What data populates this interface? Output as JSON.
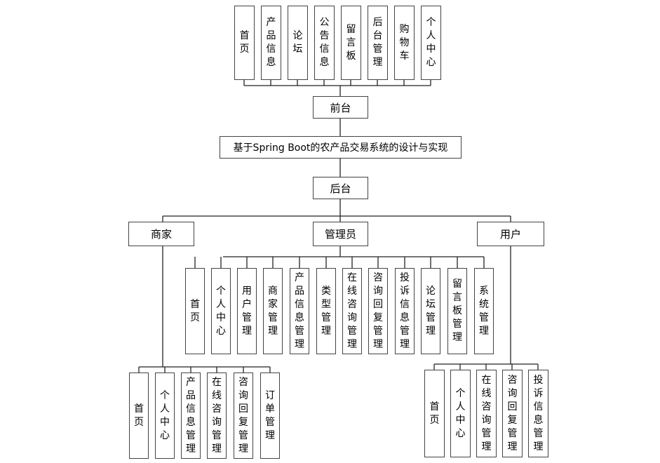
{
  "system_title": "基于Spring Boot的农产品交易系统的设计与实现",
  "frontend": {
    "label": "前台",
    "items": [
      "首页",
      "产品信息",
      "论坛",
      "公告信息",
      "留言板",
      "后台管理",
      "购物车",
      "个人中心"
    ]
  },
  "backend": {
    "label": "后台",
    "roles": {
      "merchant": {
        "label": "商家",
        "items": [
          "首页",
          "个人中心",
          "产品信息管理",
          "在线咨询管理",
          "咨询回复管理",
          "订单管理"
        ]
      },
      "admin": {
        "label": "管理员",
        "items": [
          "首页",
          "个人中心",
          "用户管理",
          "商家管理",
          "产品信息管理",
          "类型管理",
          "在线咨询管理",
          "咨询回复管理",
          "投诉信息管理",
          "论坛管理",
          "留言板管理",
          "系统管理"
        ]
      },
      "user": {
        "label": "用户",
        "items": [
          "首页",
          "个人中心",
          "在线咨询管理",
          "咨询回复管理",
          "投诉信息管理"
        ]
      }
    }
  }
}
